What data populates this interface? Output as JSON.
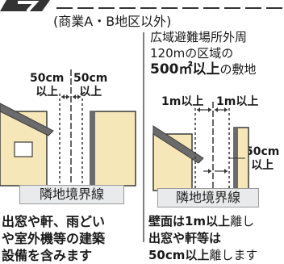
{
  "header": {
    "subtitle": "(商業A・B地区以外)"
  },
  "right_note": {
    "line1": "広域避難場所外周",
    "line2": "120mの区域の",
    "line3_bold": "500㎡以上",
    "line3_rest": "の敷地"
  },
  "left_diagram": {
    "dim_a_value": "50cm",
    "dim_a_unit": "以上",
    "dim_b_value": "50cm",
    "dim_b_unit": "以上",
    "boundary_label": "隣地境界線"
  },
  "right_diagram": {
    "dim_a": "1m以上",
    "dim_b": "1m以上",
    "side_value": "50cm",
    "side_unit": "以上",
    "boundary_label": "隣地境界線"
  },
  "left_caption": {
    "line1": "出窓や軒、雨どい",
    "line2": "や室外機等の建築",
    "line3": "設備を含みます"
  },
  "right_caption": {
    "line1_bold": "壁面は1m以上",
    "line1_rest": "離し",
    "line2": "出窓や軒等は",
    "line3_bold": "50cm以上",
    "line3_rest": "離します"
  },
  "colors": {
    "wall": "#f6e7b8",
    "outline": "#3a3a3a",
    "roof": "#6b6b6b",
    "label_bg": "#e9eaeb"
  }
}
